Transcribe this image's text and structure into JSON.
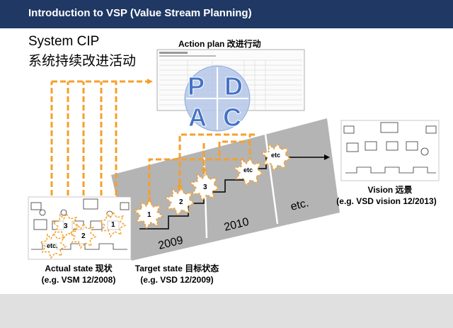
{
  "header": {
    "title": "Introduction to VSP (Value Stream Planning)"
  },
  "system": {
    "title_en": "System CIP",
    "title_zh": "系统持续改进活动"
  },
  "action_plan": {
    "label": "Action plan 改进行动"
  },
  "pdca": {
    "p": "P",
    "d": "D",
    "a": "A",
    "c": "C"
  },
  "steps": {
    "y2009": "2009",
    "y2010": "2010",
    "etc": "etc."
  },
  "bursts": {
    "b1": "1",
    "b2": "2",
    "b3": "3",
    "etc1": "etc",
    "etc2": "etc"
  },
  "actual_bursts": {
    "n1": "1",
    "n2": "2",
    "n3": "3",
    "etc": "etc."
  },
  "vision": {
    "line1": "Vision 远景",
    "line2": "(e.g. VSD vision 12/2013)"
  },
  "actual": {
    "line1": "Actual state 现状",
    "line2": "(e.g. VSM 12/2008)"
  },
  "target": {
    "line1": "Target state 目标状态",
    "line2": "(e.g. VSD 12/2009)"
  },
  "colors": {
    "header": "#1f3864",
    "orange": "#f5a02a",
    "gray": "#b4b4b4",
    "footer": "#e0e0e0"
  },
  "icons": [
    "spreadsheet-thumbnail",
    "value-stream-map-thumbnail",
    "star-burst-icon",
    "arrow-right-icon"
  ]
}
